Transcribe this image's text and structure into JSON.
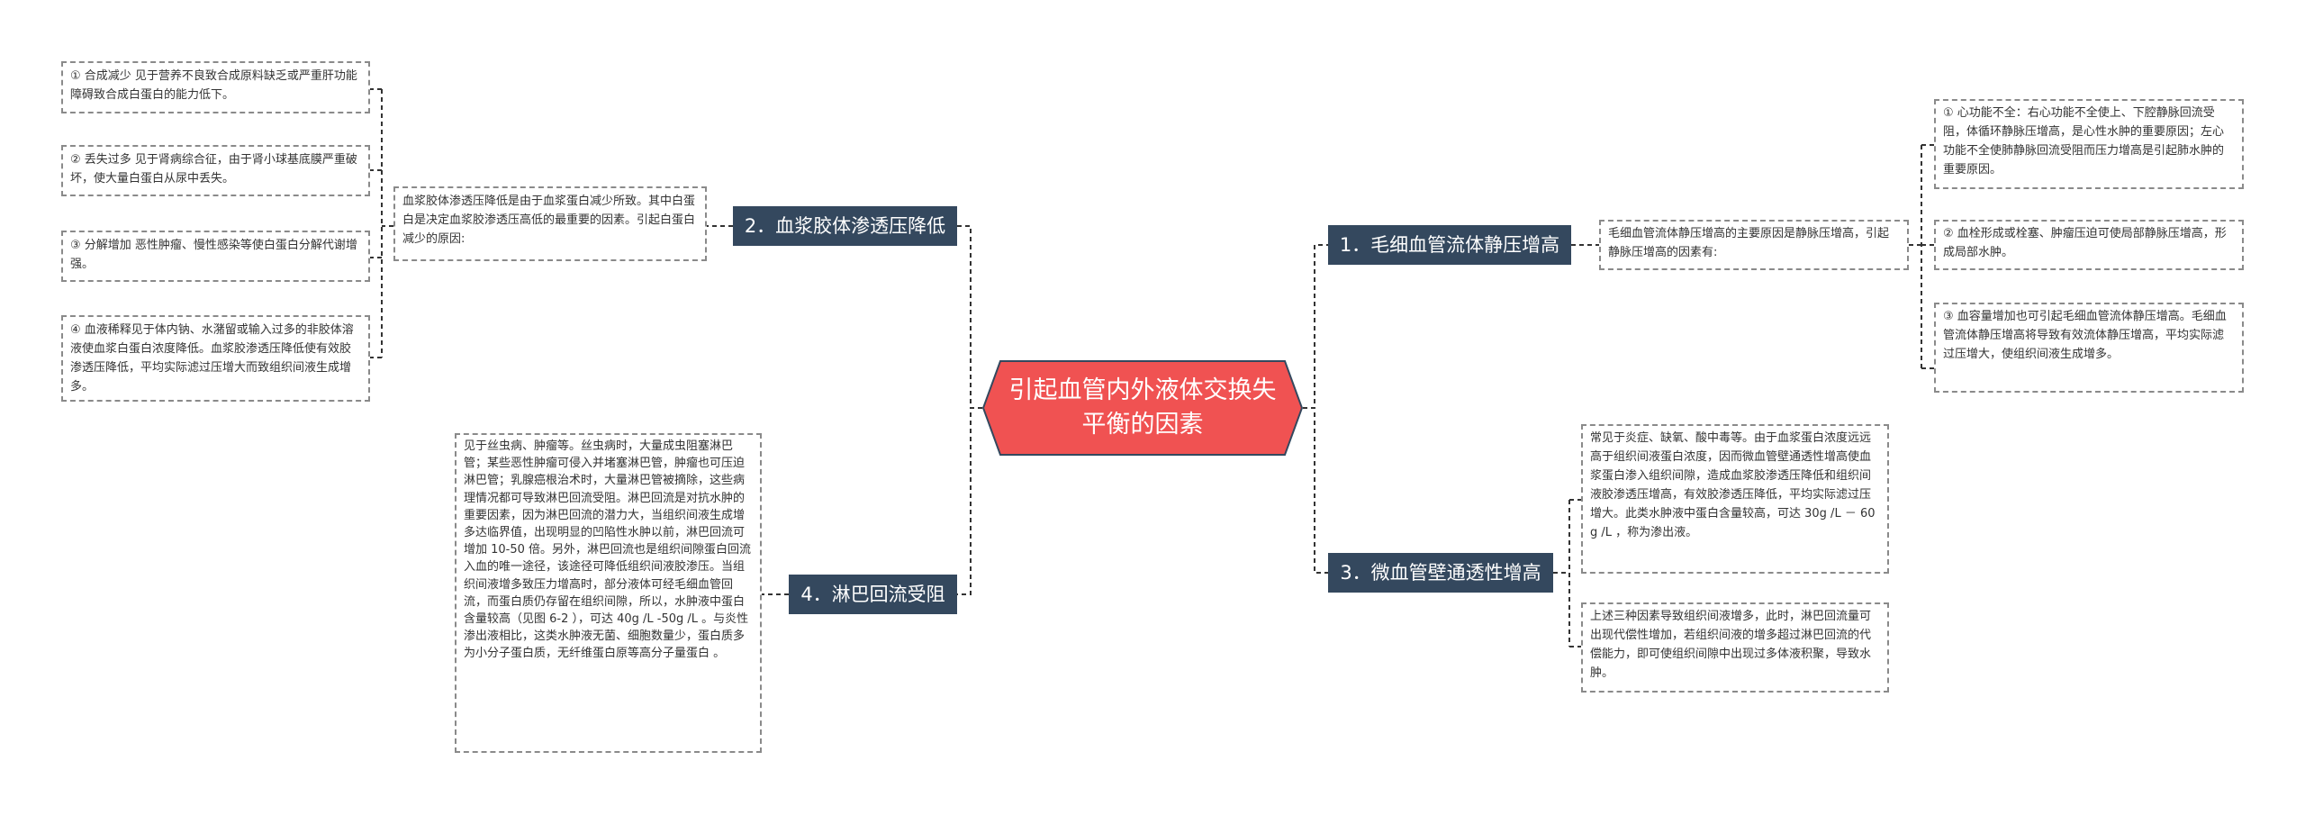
{
  "central": {
    "title": "引起血管内外液体交换失平衡的因素"
  },
  "branches": {
    "b1": {
      "label": "1．毛细血管流体静压增高",
      "summary": "毛细血管流体静压增高的主要原因是静脉压增高，引起静脉压增高的因素有:",
      "items": [
        "① 心功能不全：右心功能不全使上、下腔静脉回流受阻，体循环静脉压增高，是心性水肿的重要原因；左心功能不全使肺静脉回流受阻而压力增高是引起肺水肿的重要原因。",
        "② 血栓形成或栓塞、肿瘤压迫可使局部静脉压增高，形成局部水肿。",
        "③ 血容量增加也可引起毛细血管流体静压增高。毛细血管流体静压增高将导致有效流体静压增高，平均实际滤过压增大，使组织间液生成增多。"
      ]
    },
    "b2": {
      "label": "2．血浆胶体渗透压降低",
      "summary": "血浆胶体渗透压降低是由于血浆蛋白减少所致。其中白蛋白是决定血浆胶渗透压高低的最重要的因素。引起白蛋白减少的原因:",
      "items": [
        "① 合成减少 见于营养不良致合成原料缺乏或严重肝功能障碍致合成白蛋白的能力低下。",
        "② 丢失过多 见于肾病综合征，由于肾小球基底膜严重破坏，使大量白蛋白从尿中丢失。",
        "③ 分解增加 恶性肿瘤、慢性感染等使白蛋白分解代谢增强。",
        "④ 血液稀释见于体内钠、水潴留或输入过多的非胶体溶液使血浆白蛋白浓度降低。血浆胶渗透压降低使有效胶渗透压降低，平均实际滤过压增大而致组织间液生成增多。"
      ]
    },
    "b3": {
      "label": "3．微血管壁通透性增高",
      "items": [
        "常见于炎症、缺氧、酸中毒等。由于血浆蛋白浓度远远高于组织间液蛋白浓度，因而微血管壁通透性增高使血浆蛋白渗入组织间隙，造成血浆胶渗透压降低和组织间液胶渗透压增高，有效胶渗透压降低，平均实际滤过压增大。此类水肿液中蛋白含量较高，可达 30g /L － 60g /L ，称为渗出液。",
        "上述三种因素导致组织间液增多，此时，淋巴回流量可出现代偿性增加，若组织间液的增多超过淋巴回流的代偿能力，即可使组织间隙中出现过多体液积聚，导致水肿。"
      ]
    },
    "b4": {
      "label": "4．淋巴回流受阻",
      "detail": "见于丝虫病、肿瘤等。丝虫病时，大量成虫阻塞淋巴管；某些恶性肿瘤可侵入并堵塞淋巴管，肿瘤也可压迫淋巴管；乳腺癌根治术时，大量淋巴管被摘除，这些病理情况都可导致淋巴回流受阻。淋巴回流是对抗水肿的重要因素，因为淋巴回流的潜力大，当组织间液生成增多达临界值，出现明显的凹陷性水肿以前，淋巴回流可增加 10-50 倍。另外，淋巴回流也是组织间隙蛋白回流入血的唯一途径，该途径可降低组织间液胶渗压。当组织间液增多致压力增高时，部分液体可经毛细血管回流，而蛋白质仍存留在组织间隙，所以，水肿液中蛋白含量较高（见图 6-2 ），可达 40g /L -50g /L 。与炎性渗出液相比，这类水肿液无菌、细胞数量少，蛋白质多为小分子蛋白质，无纤维蛋白原等高分子量蛋白 。"
    }
  },
  "colors": {
    "central_fill": "#f05252",
    "central_border": "#34485e",
    "branch_fill": "#34485e",
    "connector": "#333333",
    "box_border": "#8a8a8a"
  }
}
